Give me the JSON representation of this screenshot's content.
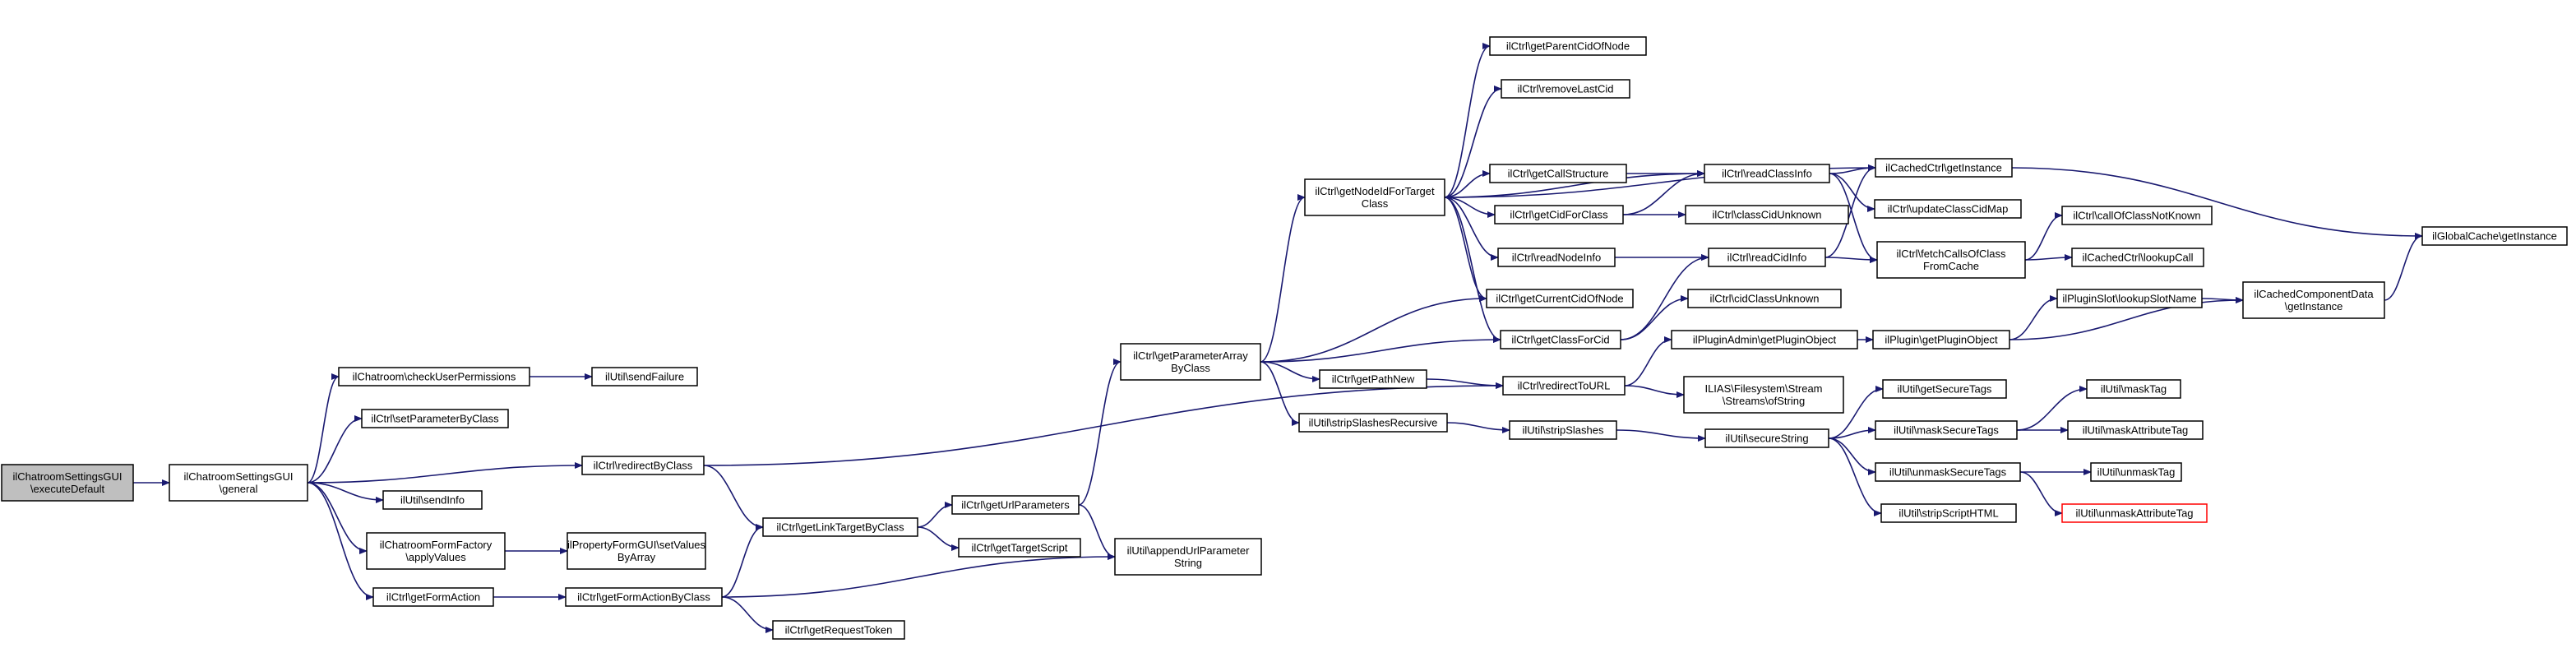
{
  "colors": {
    "edge": "#191970",
    "node_border": "#000000",
    "node_fill": "#ffffff",
    "root_fill": "#bfbfbf",
    "truncated_border": "#ff0000",
    "text": "#000000"
  },
  "nodes": [
    {
      "id": "n1",
      "lines": [
        "ilChatroomSettingsGUI",
        "\\executeDefault"
      ],
      "root": true
    },
    {
      "id": "n2",
      "lines": [
        "ilChatroomSettingsGUI",
        "\\general"
      ]
    },
    {
      "id": "n3",
      "lines": [
        "ilChatroom\\checkUserPermissions"
      ]
    },
    {
      "id": "n4",
      "lines": [
        "ilCtrl\\setParameterByClass"
      ]
    },
    {
      "id": "n5",
      "lines": [
        "ilUtil\\sendInfo"
      ]
    },
    {
      "id": "n6",
      "lines": [
        "ilChatroomFormFactory",
        "\\applyValues"
      ]
    },
    {
      "id": "n7",
      "lines": [
        "ilCtrl\\getFormAction"
      ]
    },
    {
      "id": "n8",
      "lines": [
        "ilUtil\\sendFailure"
      ]
    },
    {
      "id": "n9",
      "lines": [
        "ilCtrl\\redirectByClass"
      ]
    },
    {
      "id": "n10",
      "lines": [
        "ilPropertyFormGUI\\setValues",
        "ByArray"
      ]
    },
    {
      "id": "n11",
      "lines": [
        "ilCtrl\\getFormActionByClass"
      ]
    },
    {
      "id": "n12",
      "lines": [
        "ilCtrl\\getLinkTargetByClass"
      ]
    },
    {
      "id": "n13",
      "lines": [
        "ilCtrl\\getRequestToken"
      ]
    },
    {
      "id": "n14",
      "lines": [
        "ilCtrl\\getUrlParameters"
      ]
    },
    {
      "id": "n15",
      "lines": [
        "ilCtrl\\getTargetScript"
      ]
    },
    {
      "id": "n16",
      "lines": [
        "ilUtil\\appendUrlParameter",
        "String"
      ]
    },
    {
      "id": "n17",
      "lines": [
        "ilCtrl\\getParameterArray",
        "ByClass"
      ]
    },
    {
      "id": "n18",
      "lines": [
        "ilCtrl\\getNodeIdForTarget",
        "Class"
      ]
    },
    {
      "id": "n19",
      "lines": [
        "ilCtrl\\getPathNew"
      ]
    },
    {
      "id": "n20",
      "lines": [
        "ilUtil\\stripSlashesRecursive"
      ]
    },
    {
      "id": "n21",
      "lines": [
        "ilCtrl\\getParentCidOfNode"
      ]
    },
    {
      "id": "n22",
      "lines": [
        "ilCtrl\\removeLastCid"
      ]
    },
    {
      "id": "n23",
      "lines": [
        "ilCtrl\\getCallStructure"
      ]
    },
    {
      "id": "n24",
      "lines": [
        "ilCtrl\\getCidForClass"
      ]
    },
    {
      "id": "n25",
      "lines": [
        "ilCtrl\\readNodeInfo"
      ]
    },
    {
      "id": "n26",
      "lines": [
        "ilCtrl\\getCurrentCidOfNode"
      ]
    },
    {
      "id": "n27",
      "lines": [
        "ilCtrl\\getClassForCid"
      ]
    },
    {
      "id": "n28",
      "lines": [
        "ilCtrl\\redirectToURL"
      ]
    },
    {
      "id": "n29",
      "lines": [
        "ilUtil\\stripSlashes"
      ]
    },
    {
      "id": "n30",
      "lines": [
        "ilCtrl\\readClassInfo"
      ]
    },
    {
      "id": "n31",
      "lines": [
        "ilCtrl\\classCidUnknown"
      ]
    },
    {
      "id": "n32",
      "lines": [
        "ilCtrl\\readCidInfo"
      ]
    },
    {
      "id": "n33",
      "lines": [
        "ilCtrl\\cidClassUnknown"
      ]
    },
    {
      "id": "n34",
      "lines": [
        "ilPluginAdmin\\getPluginObject"
      ]
    },
    {
      "id": "n35",
      "lines": [
        "ILIAS\\Filesystem\\Stream",
        "\\Streams\\ofString"
      ]
    },
    {
      "id": "n36",
      "lines": [
        "ilUtil\\secureString"
      ]
    },
    {
      "id": "n37",
      "lines": [
        "ilCachedCtrl\\getInstance"
      ]
    },
    {
      "id": "n38",
      "lines": [
        "ilCtrl\\updateClassCidMap"
      ]
    },
    {
      "id": "n39",
      "lines": [
        "ilCtrl\\fetchCallsOfClass",
        "FromCache"
      ]
    },
    {
      "id": "n40",
      "lines": [
        "ilPlugin\\getPluginObject"
      ]
    },
    {
      "id": "n41",
      "lines": [
        "ilUtil\\getSecureTags"
      ]
    },
    {
      "id": "n42",
      "lines": [
        "ilUtil\\maskSecureTags"
      ]
    },
    {
      "id": "n43",
      "lines": [
        "ilUtil\\unmaskSecureTags"
      ]
    },
    {
      "id": "n44",
      "lines": [
        "ilUtil\\stripScriptHTML"
      ]
    },
    {
      "id": "n45",
      "lines": [
        "ilCtrl\\callOfClassNotKnown"
      ]
    },
    {
      "id": "n46",
      "lines": [
        "ilCachedCtrl\\lookupCall"
      ]
    },
    {
      "id": "n47",
      "lines": [
        "ilPluginSlot\\lookupSlotName"
      ]
    },
    {
      "id": "n48",
      "lines": [
        "ilUtil\\maskTag"
      ]
    },
    {
      "id": "n49",
      "lines": [
        "ilUtil\\maskAttributeTag"
      ]
    },
    {
      "id": "n50",
      "lines": [
        "ilUtil\\unmaskTag"
      ]
    },
    {
      "id": "n51",
      "lines": [
        "ilUtil\\unmaskAttributeTag"
      ],
      "truncated": true
    },
    {
      "id": "n52",
      "lines": [
        "ilCachedComponentData",
        "\\getInstance"
      ]
    },
    {
      "id": "n53",
      "lines": [
        "ilGlobalCache\\getInstance"
      ]
    }
  ],
  "edges": [
    [
      "n1",
      "n2"
    ],
    [
      "n2",
      "n3"
    ],
    [
      "n2",
      "n4"
    ],
    [
      "n2",
      "n5"
    ],
    [
      "n2",
      "n6"
    ],
    [
      "n2",
      "n7"
    ],
    [
      "n2",
      "n9"
    ],
    [
      "n3",
      "n8"
    ],
    [
      "n6",
      "n10"
    ],
    [
      "n7",
      "n11"
    ],
    [
      "n9",
      "n12"
    ],
    [
      "n9",
      "n28"
    ],
    [
      "n11",
      "n12"
    ],
    [
      "n11",
      "n13"
    ],
    [
      "n11",
      "n16"
    ],
    [
      "n12",
      "n14"
    ],
    [
      "n12",
      "n15"
    ],
    [
      "n14",
      "n16"
    ],
    [
      "n14",
      "n17"
    ],
    [
      "n17",
      "n18"
    ],
    [
      "n17",
      "n19"
    ],
    [
      "n17",
      "n20"
    ],
    [
      "n17",
      "n26"
    ],
    [
      "n17",
      "n27"
    ],
    [
      "n18",
      "n21"
    ],
    [
      "n18",
      "n22"
    ],
    [
      "n18",
      "n23"
    ],
    [
      "n18",
      "n24"
    ],
    [
      "n18",
      "n25"
    ],
    [
      "n18",
      "n26"
    ],
    [
      "n18",
      "n27"
    ],
    [
      "n18",
      "n30"
    ],
    [
      "n18",
      "n37"
    ],
    [
      "n19",
      "n28"
    ],
    [
      "n20",
      "n29"
    ],
    [
      "n23",
      "n30"
    ],
    [
      "n24",
      "n30"
    ],
    [
      "n24",
      "n31"
    ],
    [
      "n25",
      "n32"
    ],
    [
      "n27",
      "n32"
    ],
    [
      "n27",
      "n33"
    ],
    [
      "n28",
      "n34"
    ],
    [
      "n28",
      "n35"
    ],
    [
      "n29",
      "n36"
    ],
    [
      "n30",
      "n37"
    ],
    [
      "n30",
      "n38"
    ],
    [
      "n30",
      "n39"
    ],
    [
      "n32",
      "n37"
    ],
    [
      "n32",
      "n39"
    ],
    [
      "n34",
      "n40"
    ],
    [
      "n36",
      "n41"
    ],
    [
      "n36",
      "n42"
    ],
    [
      "n36",
      "n43"
    ],
    [
      "n36",
      "n44"
    ],
    [
      "n37",
      "n53"
    ],
    [
      "n39",
      "n45"
    ],
    [
      "n39",
      "n46"
    ],
    [
      "n40",
      "n47"
    ],
    [
      "n40",
      "n52"
    ],
    [
      "n42",
      "n48"
    ],
    [
      "n42",
      "n49"
    ],
    [
      "n43",
      "n50"
    ],
    [
      "n43",
      "n51"
    ],
    [
      "n47",
      "n52"
    ],
    [
      "n52",
      "n53"
    ]
  ]
}
